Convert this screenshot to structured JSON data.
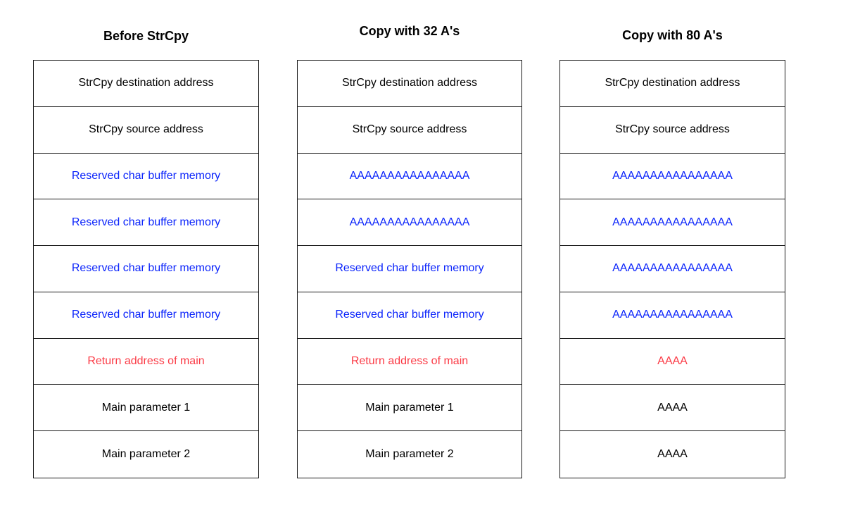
{
  "colors": {
    "black": "#000000",
    "blue": "#0b24fb",
    "red": "#fb3b46"
  },
  "columns": [
    {
      "title": "Before StrCpy",
      "rows": [
        {
          "text": "StrCpy destination address",
          "color": "black"
        },
        {
          "text": "StrCpy source address",
          "color": "black"
        },
        {
          "text": "Reserved char buffer memory",
          "color": "blue"
        },
        {
          "text": "Reserved char buffer memory",
          "color": "blue"
        },
        {
          "text": "Reserved char buffer memory",
          "color": "blue"
        },
        {
          "text": "Reserved char buffer memory",
          "color": "blue"
        },
        {
          "text": "Return address of main",
          "color": "red"
        },
        {
          "text": "Main parameter 1",
          "color": "black"
        },
        {
          "text": "Main parameter 2",
          "color": "black"
        }
      ]
    },
    {
      "title": "Copy with 32 A's",
      "rows": [
        {
          "text": "StrCpy destination address",
          "color": "black"
        },
        {
          "text": "StrCpy source address",
          "color": "black"
        },
        {
          "text": "AAAAAAAAAAAAAAAA",
          "color": "blue"
        },
        {
          "text": "AAAAAAAAAAAAAAAA",
          "color": "blue"
        },
        {
          "text": "Reserved char buffer memory",
          "color": "blue"
        },
        {
          "text": "Reserved char buffer memory",
          "color": "blue"
        },
        {
          "text": "Return address of main",
          "color": "red"
        },
        {
          "text": "Main parameter 1",
          "color": "black"
        },
        {
          "text": "Main parameter 2",
          "color": "black"
        }
      ]
    },
    {
      "title": "Copy with 80 A's",
      "rows": [
        {
          "text": "StrCpy destination address",
          "color": "black"
        },
        {
          "text": "StrCpy source address",
          "color": "black"
        },
        {
          "text": "AAAAAAAAAAAAAAAA",
          "color": "blue"
        },
        {
          "text": "AAAAAAAAAAAAAAAA",
          "color": "blue"
        },
        {
          "text": "AAAAAAAAAAAAAAAA",
          "color": "blue"
        },
        {
          "text": "AAAAAAAAAAAAAAAA",
          "color": "blue"
        },
        {
          "text": "AAAA",
          "color": "red"
        },
        {
          "text": "AAAA",
          "color": "black"
        },
        {
          "text": "AAAA",
          "color": "black"
        }
      ]
    }
  ]
}
